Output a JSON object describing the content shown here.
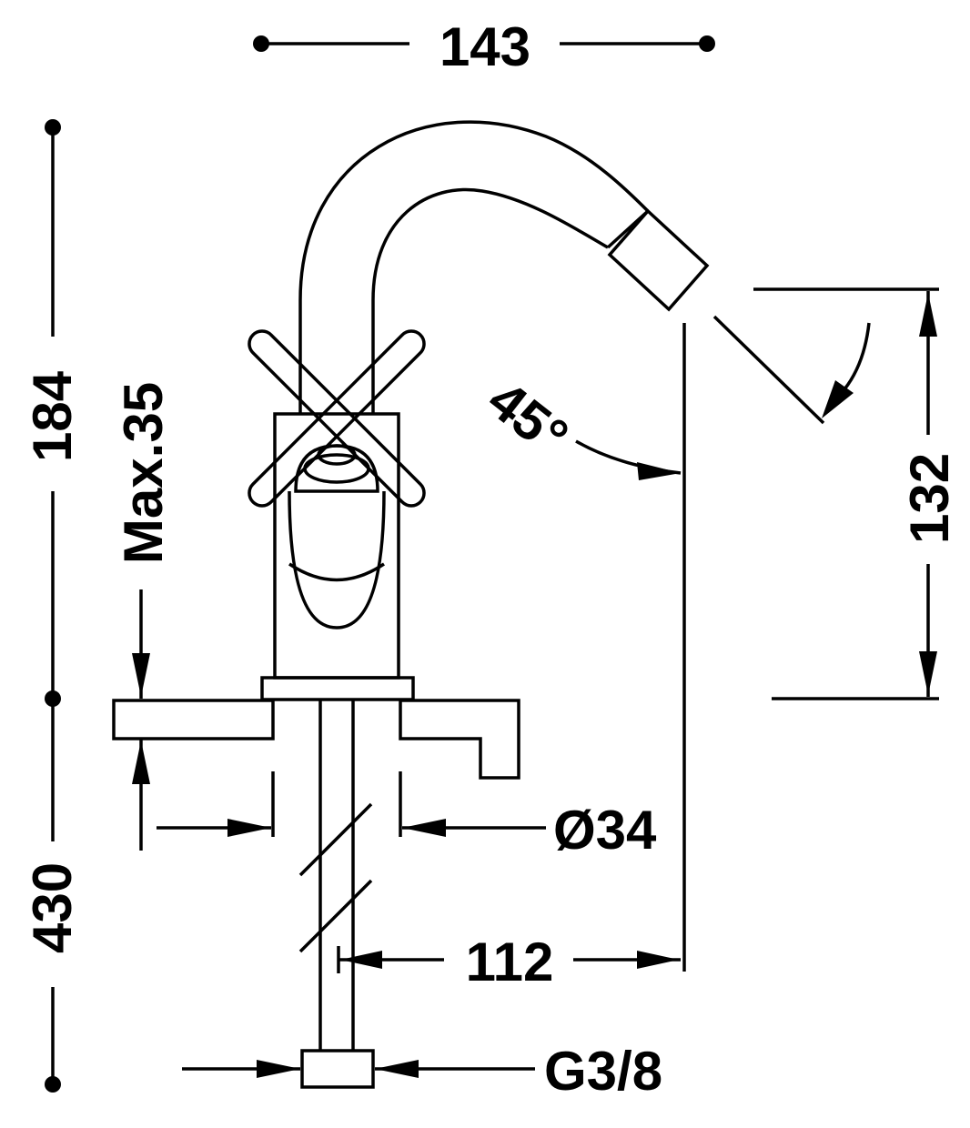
{
  "dimensions": {
    "width_top": "143",
    "height_total": "184",
    "max_thickness": "Max.35",
    "spout_height": "132",
    "spout_angle": "45°",
    "hole_diameter": "Ø34",
    "spout_reach": "112",
    "connection_thread": "G3/8",
    "hose_length": "430"
  },
  "colors": {
    "line": "#000000",
    "background": "#ffffff"
  }
}
